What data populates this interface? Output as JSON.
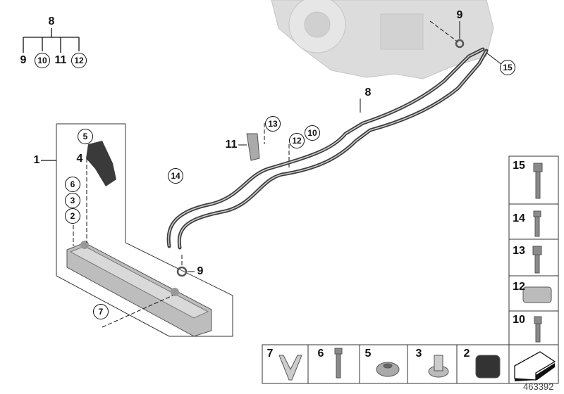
{
  "diagram_number": "463392",
  "colors": {
    "hose": "#4a4a4a",
    "transmission": "#d8d8d8",
    "label": "#111111"
  },
  "tree": {
    "root": "8",
    "children": [
      "9",
      "10",
      "11",
      "12"
    ]
  },
  "callouts": {
    "c9_top": "9",
    "c15": "15",
    "c8": "8",
    "c13": "13",
    "c12": "12",
    "c10": "10",
    "c11": "11",
    "c14": "14",
    "c9_mid": "9",
    "c5": "5",
    "c4": "4",
    "c1": "1",
    "c6": "6",
    "c3": "3",
    "c2": "2",
    "c7": "7"
  },
  "parts_column": [
    "15",
    "14",
    "13",
    "12",
    "10"
  ],
  "parts_row": [
    "7",
    "6",
    "5",
    "3",
    "2"
  ]
}
